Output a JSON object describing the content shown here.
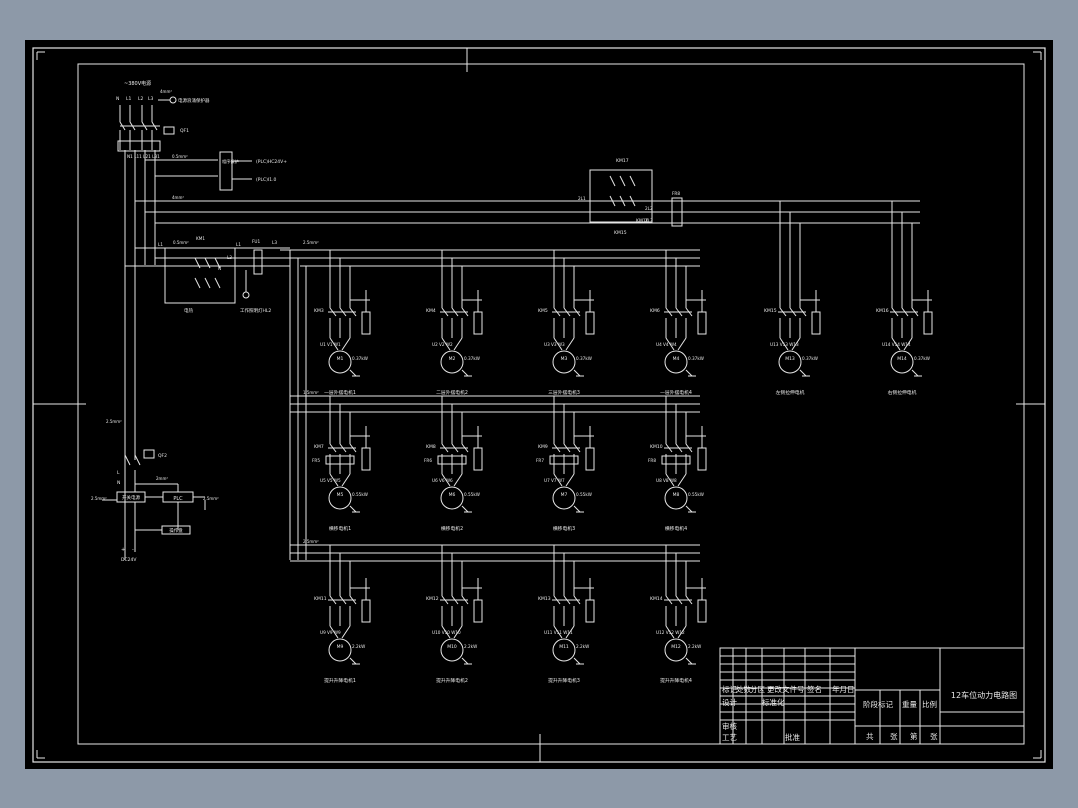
{
  "drawing": {
    "supply": {
      "header": "~380V电源",
      "phases": [
        "N",
        "L1",
        "L2",
        "L3"
      ],
      "ground_label": "4mm²",
      "surge_label": "电源浪涌保护器",
      "qf_label": "QF1",
      "lines": [
        "N1",
        "L11",
        "L21",
        "L31"
      ]
    },
    "plc_inputs": {
      "wire_label": "0.5mm²",
      "box_text": "相序保护",
      "labels": [
        "(PLC)HC24V+",
        "(PLC)I1.0"
      ]
    },
    "main_bus_label": "4mm²",
    "left_branch": {
      "labels": [
        "L1",
        "0.5mm²",
        "KM1",
        "L1",
        "L2",
        "L3",
        "N",
        "L3",
        "FU1"
      ],
      "caption_ch": "电热",
      "caption_light": "工作照明灯HL2",
      "bus_label": "2.5mm²"
    },
    "reversing": {
      "labels": [
        "KM17",
        "KM15",
        "KM16",
        "2L1",
        "2L2",
        "2L3",
        "FR8"
      ]
    },
    "row1": {
      "motors": [
        {
          "contactor": "KM3",
          "terminals": [
            "U1",
            "V1",
            "W1"
          ],
          "motor": "M1",
          "spec": "0.37kW",
          "caption": "一层外摆电机1"
        },
        {
          "contactor": "KM4",
          "terminals": [
            "U2",
            "V2",
            "W2"
          ],
          "motor": "M2",
          "spec": "0.37kW",
          "caption": "二层外摆电机2"
        },
        {
          "contactor": "KM5",
          "terminals": [
            "U3",
            "V3",
            "W3"
          ],
          "motor": "M3",
          "spec": "0.37kW",
          "caption": "三层外摆电机3"
        },
        {
          "contactor": "KM6",
          "terminals": [
            "U4",
            "V4",
            "W4"
          ],
          "motor": "M4",
          "spec": "0.37kW",
          "caption": "一层外摆电机4"
        },
        {
          "contactor": "KM15",
          "terminals": [
            "U13",
            "V13",
            "W13"
          ],
          "motor": "M13",
          "spec": "0.37kW",
          "caption": "左侧拉伸电机"
        },
        {
          "contactor": "KM16",
          "terminals": [
            "U14",
            "V14",
            "W14"
          ],
          "motor": "M14",
          "spec": "0.37kW",
          "caption": "右侧拉伸电机"
        }
      ]
    },
    "row2": {
      "bus_label": "1.5mm²",
      "motors": [
        {
          "contactor": "KM7",
          "relay": "FR5",
          "terminals": [
            "U5",
            "V5",
            "W5"
          ],
          "motor": "M5",
          "spec": "0.55kW",
          "caption": "横移电机1"
        },
        {
          "contactor": "KM8",
          "relay": "FR6",
          "terminals": [
            "U6",
            "V6",
            "W6"
          ],
          "motor": "M6",
          "spec": "0.55kW",
          "caption": "横移电机2"
        },
        {
          "contactor": "KM9",
          "relay": "FR7",
          "terminals": [
            "U7",
            "V7",
            "W7"
          ],
          "motor": "M7",
          "spec": "0.55kW",
          "caption": "横移电机3"
        },
        {
          "contactor": "KM10",
          "relay": "FR8",
          "terminals": [
            "U8",
            "V8",
            "W8"
          ],
          "motor": "M8",
          "spec": "0.55kW",
          "caption": "横移电机4"
        }
      ]
    },
    "row3": {
      "bus_label": "2.5mm²",
      "motors": [
        {
          "contactor": "KM11",
          "terminals": [
            "U9",
            "V9",
            "W9"
          ],
          "motor": "M9",
          "spec": "2.2kW",
          "caption": "提升升降电机1"
        },
        {
          "contactor": "KM12",
          "terminals": [
            "U10",
            "V10",
            "W10"
          ],
          "motor": "M10",
          "spec": "2.2kW",
          "caption": "提升升降电机2"
        },
        {
          "contactor": "KM13",
          "terminals": [
            "U11",
            "V11",
            "W11"
          ],
          "motor": "M11",
          "spec": "2.2kW",
          "caption": "提升升降电机3"
        },
        {
          "contactor": "KM14",
          "terminals": [
            "U12",
            "V12",
            "W12"
          ],
          "motor": "M12",
          "spec": "2.2kW",
          "caption": "提升升降电机4"
        }
      ]
    },
    "control_supply": {
      "wire_label": "2.5mm²",
      "qf_label": "QF2",
      "labels": [
        "N",
        "L"
      ],
      "psu_label": "开关电源",
      "plc_label": "PLC",
      "left_wire": "2.5mm²",
      "right_wire": "2.5mm²",
      "top_wire": "2mm²",
      "panel_label": "操作盘",
      "dc_label": "DC24V",
      "dc_terminals": [
        "+",
        "-"
      ]
    },
    "title_block": {
      "header_row": [
        "标记",
        "处数",
        "分区",
        "更改文件号",
        "签名",
        "年月日"
      ],
      "rows": [
        [
          "设计",
          "",
          "标准化",
          ""
        ],
        [
          "审核",
          "",
          "",
          ""
        ],
        [
          "工艺",
          "",
          "批准",
          ""
        ]
      ],
      "stage_row": [
        "阶段标记",
        "重量",
        "比例"
      ],
      "sheet_row": [
        "共",
        "张",
        "第",
        "张"
      ],
      "drawing_title": "12车位动力电路图",
      "title_color": "#2f4fff"
    }
  }
}
